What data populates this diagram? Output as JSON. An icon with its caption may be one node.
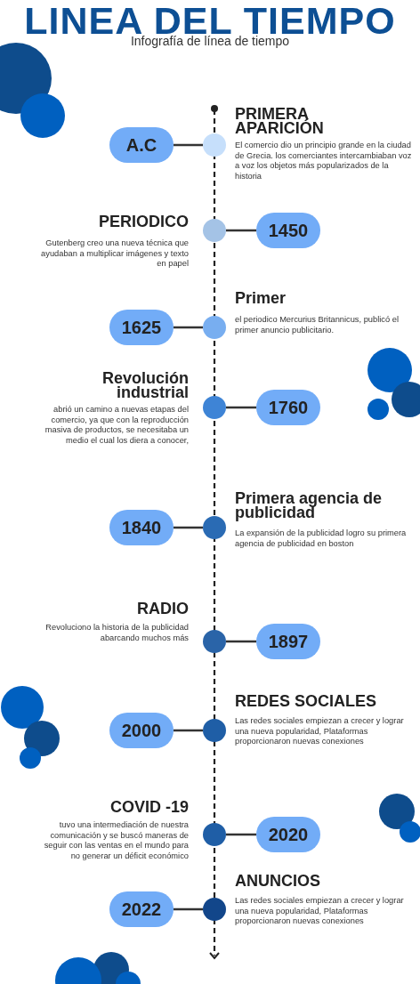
{
  "diagram": {
    "title": "LINEA DEL TIEMPO",
    "caption": "Infografía de línea de tiempo",
    "nodes": [
      {
        "text": [
          "A.C"
        ]
      },
      {
        "text": [],
        "shape": "circle",
        "beside": [
          "PRIMERA APARICIÓN",
          "El comercio dio un principio grande en la ciudad de Grecia. los comerciantes intercambiaban voz a voz los objetos más popularizados de la historia"
        ]
      },
      {
        "text": [],
        "shape": "circle",
        "beside": [
          "PERIODICO",
          "Gutenberg creo una nueva técnica que ayudaban a multiplicar imágenes y texto en papel"
        ]
      },
      {
        "text": [
          "1450"
        ]
      },
      {
        "text": [
          "1625"
        ]
      },
      {
        "text": [],
        "shape": "circle",
        "beside": [
          "Primer",
          "el periodico Mercurius Britannicus, publicó el primer anuncio publicitario."
        ]
      },
      {
        "text": [],
        "shape": "circle",
        "beside": [
          "Revolución industrial",
          "abrió un camino a nuevas etapas del comercio, ya que con la reproducción masiva de productos, se necesitaba un medio el cual los diera a conocer,"
        ]
      },
      {
        "text": [
          "1760"
        ]
      },
      {
        "text": [
          "1840"
        ]
      },
      {
        "text": [],
        "shape": "circle",
        "beside": [
          "Primera agencia de publicidad",
          "La expansión de la publicidad logro su primera agencia de publicidad en boston"
        ]
      },
      {
        "text": [],
        "shape": "circle",
        "beside": [
          "RADIO",
          "Revoluciono la historia de la publicidad abarcando muchos más"
        ]
      },
      {
        "text": [
          "1897"
        ]
      },
      {
        "text": [
          "2000"
        ]
      },
      {
        "text": [],
        "shape": "circle",
        "beside": [
          "REDES SOCIALES",
          "Las redes sociales empiezan a crecer y lograr una nueva popularidad, Plataformas proporcionaron nuevas conexiones"
        ]
      },
      {
        "text": [],
        "shape": "circle",
        "beside": [
          "COVID -19",
          "tuvo una intermediación de nuestra comunicación y se buscó maneras de seguir con las ventas en el mundo para no generar un déficit económico"
        ]
      },
      {
        "text": [
          "2020"
        ]
      },
      {
        "text": [
          "2022"
        ]
      },
      {
        "text": [],
        "shape": "circle",
        "beside": [
          "ANUNCIOS",
          "Las redes sociales empiezan a crecer y lograr una nueva popularidad, Plataformas proporcionaron nuevas conexiones"
        ]
      }
    ],
    "edges": [
      {
        "from": 0,
        "to": 1,
        "arrow": "none"
      },
      {
        "from": 3,
        "to": 2,
        "arrow": "none"
      },
      {
        "from": 4,
        "to": 5,
        "arrow": "none"
      },
      {
        "from": 7,
        "to": 6,
        "arrow": "none"
      },
      {
        "from": 8,
        "to": 9,
        "arrow": "none"
      },
      {
        "from": 11,
        "to": 10,
        "arrow": "none"
      },
      {
        "from": 12,
        "to": 13,
        "arrow": "none"
      },
      {
        "from": 15,
        "to": 14,
        "arrow": "none"
      },
      {
        "from": 16,
        "to": 17,
        "arrow": "none"
      }
    ]
  }
}
